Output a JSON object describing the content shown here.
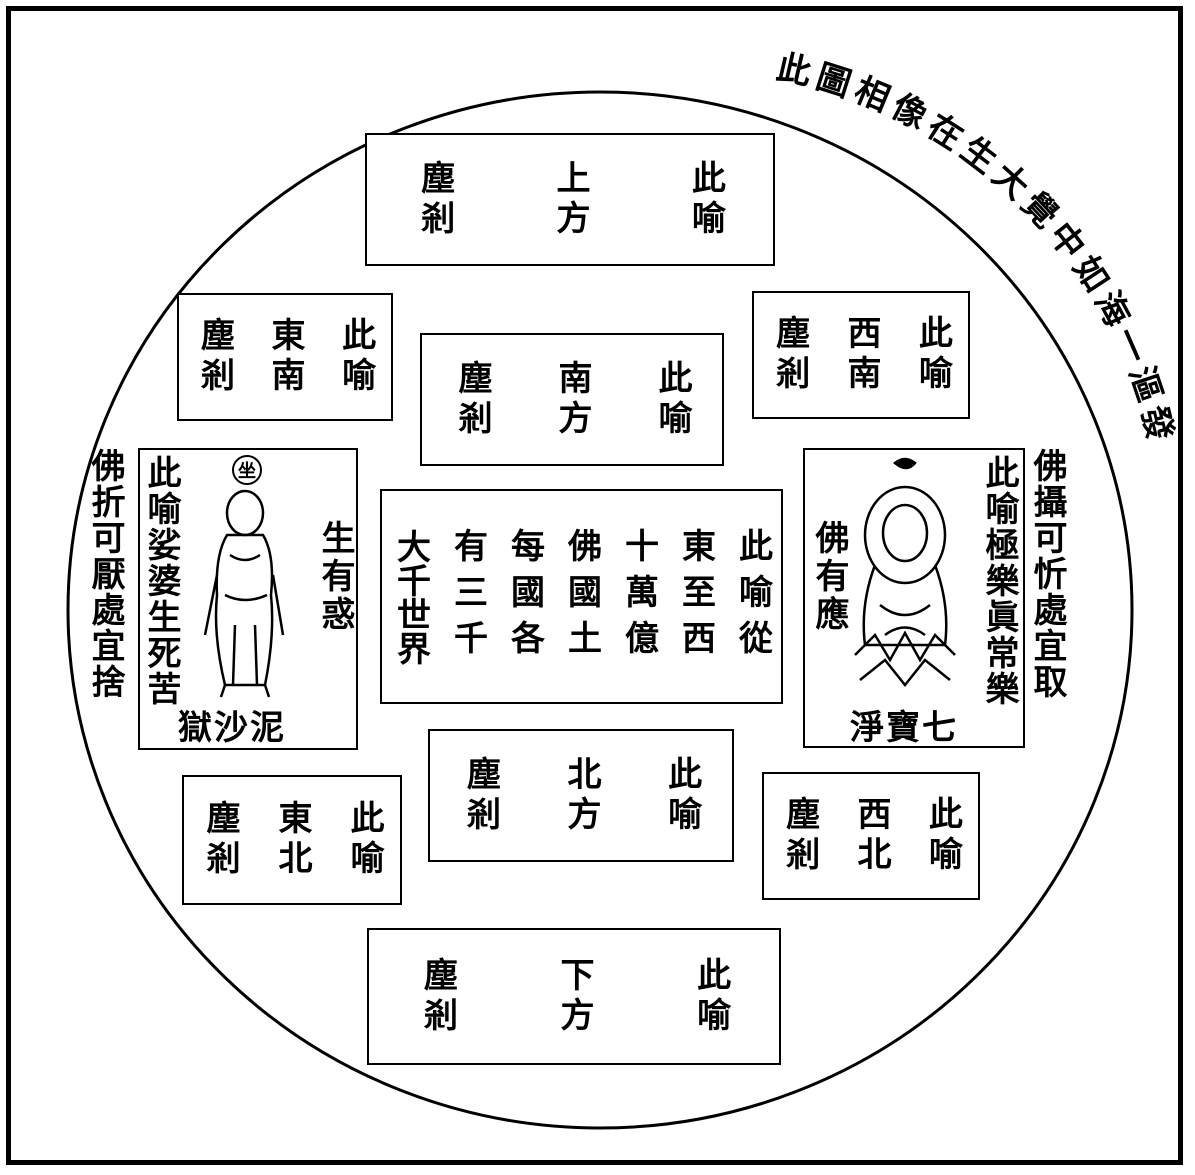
{
  "arc_caption": "此圖相像在生大覺中如海一漚發",
  "directions": {
    "top": [
      "此喻",
      "上方",
      "塵剎"
    ],
    "northeast": [
      "此喻",
      "東南",
      "塵剎"
    ],
    "south": [
      "此喻",
      "南方",
      "塵剎"
    ],
    "southwest": [
      "此喻",
      "西南",
      "塵剎"
    ],
    "north": [
      "此喻",
      "北方",
      "塵剎"
    ],
    "eastnorth": [
      "此喻",
      "東北",
      "塵剎"
    ],
    "westnorth": [
      "此喻",
      "西北",
      "塵剎"
    ],
    "bottom": [
      "此喻",
      "下方",
      "塵剎"
    ]
  },
  "center": [
    "此喻從",
    "東至西",
    "十萬億",
    "佛國土",
    "每國各",
    "有三千",
    "大千世界"
  ],
  "left_panel": {
    "outer": [
      "佛折可厭處宜捨"
    ],
    "inner": [
      "此喻娑婆生死苦"
    ],
    "bottom": "泥沙獄",
    "right": "生有惑",
    "badge": "坐"
  },
  "right_panel": {
    "outer": [
      "佛攝可忻處宜取"
    ],
    "inner": [
      "此喻極樂眞常樂"
    ],
    "bottom": "七寶淨",
    "left": "佛有應"
  }
}
